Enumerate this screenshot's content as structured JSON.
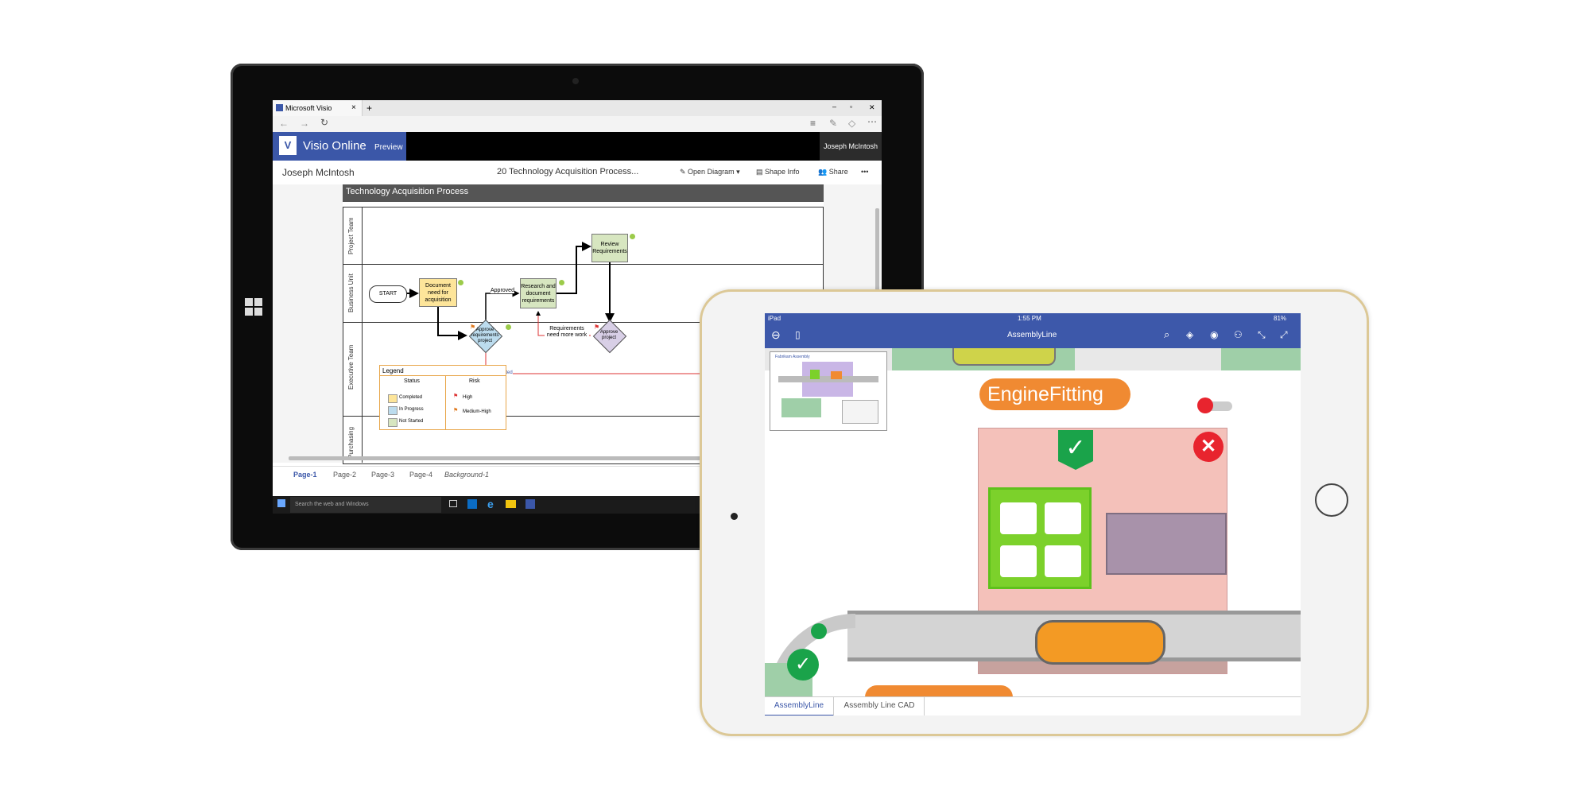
{
  "surface": {
    "browser": {
      "tab_title": "Microsoft Visio",
      "new_tab": "+",
      "window_minimize": "–",
      "window_restore": "▫",
      "window_close": "✕",
      "tab_close": "×"
    },
    "visio": {
      "brand_name": "Visio Online",
      "brand_suffix": "Preview",
      "user_name": "Joseph McIntosh",
      "owner_name": "Joseph McIntosh",
      "document_title": "20 Technology Acquisition Process...",
      "open_diagram": "Open Diagram",
      "shape_info": "Shape Info",
      "share": "Share",
      "more": "•••"
    },
    "diagram": {
      "title": "Technology Acquisition Process",
      "lanes": [
        "Project Team",
        "Business Unit",
        "Executive Team",
        "Purchasing"
      ],
      "start": "START",
      "document_need": "Document need for acquisition",
      "research": "Research and document requirements",
      "review": "Review Requirements",
      "approve_requirements": "Approve requirements project",
      "approve_project": "Approve project",
      "approved_label": "Approved",
      "more_work_label": "Requirements need more work",
      "rejected_label": "Rejected",
      "legend": {
        "title": "Legend",
        "status_header": "Status",
        "risk_header": "Risk",
        "status_items": [
          "Completed",
          "In Progress",
          "Not Started"
        ],
        "risk_items": [
          "High",
          "Medium-High"
        ]
      }
    },
    "page_tabs": [
      "Page-1",
      "Page-2",
      "Page-3",
      "Page-4",
      "Background-1"
    ],
    "taskbar_search": "Search the web and Windows"
  },
  "ipad": {
    "status": {
      "device": "iPad",
      "time": "1:55 PM",
      "battery": "81%"
    },
    "app_title": "AssemblyLine",
    "thumbnail_title": "Fabrikam Assembly",
    "station_label": "EngineFitting",
    "tabs": [
      "AssemblyLine",
      "Assembly Line CAD"
    ]
  },
  "colors": {
    "visio_blue": "#3b57a8",
    "process_yellow": "#fde59a",
    "process_green": "#d7e6c0",
    "decision_blue": "#bcdcee",
    "decision_purple": "#d8cfe6",
    "station_orange": "#f08a32",
    "station_pink": "#f4c1ba",
    "bin_green": "#7cd12b",
    "alert_red": "#e8242e",
    "check_green": "#1aa34a"
  }
}
